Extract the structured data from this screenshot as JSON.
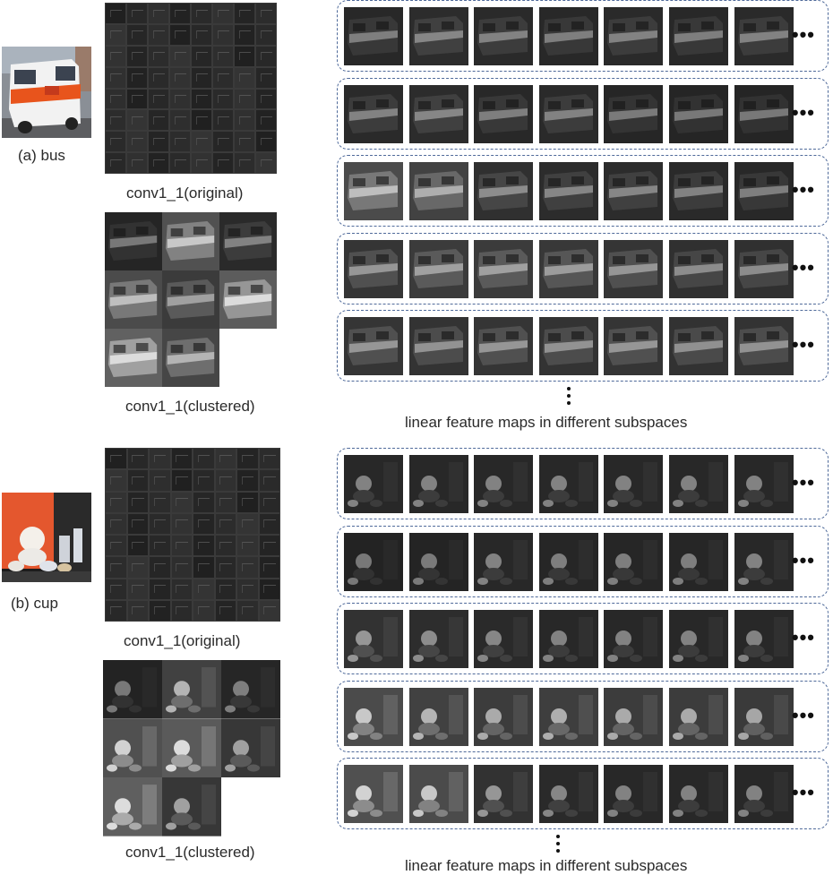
{
  "labels": {
    "bus_label": "(a) bus",
    "cup_label": "(b) cup",
    "bus_original": "conv1_1(original)",
    "bus_clustered": "conv1_1(clustered)",
    "cup_original": "conv1_1(original)",
    "cup_clustered": "conv1_1(clustered)",
    "bus_maps_caption": "linear feature maps in different subspaces",
    "cup_maps_caption": "linear feature maps in different subspaces",
    "ellipsis": "•••"
  },
  "colors": {
    "dashed_border": "#4f6a9a",
    "map_dark": "#2b2b2b",
    "bus_orange": "#e8541c",
    "cup_orange": "#e4572e"
  },
  "panels": [
    {
      "id": "bus",
      "original_grid": {
        "cols": 8,
        "rows": 8
      },
      "clustered_grid": {
        "cols": 3,
        "rows": 3,
        "filled": 8,
        "brightness": [
          0.15,
          0.55,
          0.2,
          0.5,
          0.35,
          0.65,
          0.7,
          0.45
        ]
      },
      "feature_rows": [
        {
          "maps": 7,
          "brightness": [
            0.18,
            0.22,
            0.2,
            0.18,
            0.2,
            0.18,
            0.2
          ]
        },
        {
          "maps": 7,
          "brightness": [
            0.2,
            0.22,
            0.18,
            0.2,
            0.16,
            0.15,
            0.15
          ]
        },
        {
          "maps": 7,
          "brightness": [
            0.5,
            0.42,
            0.25,
            0.22,
            0.22,
            0.2,
            0.18
          ]
        },
        {
          "maps": 7,
          "brightness": [
            0.3,
            0.35,
            0.35,
            0.33,
            0.3,
            0.25,
            0.25
          ]
        },
        {
          "maps": 7,
          "brightness": [
            0.3,
            0.28,
            0.3,
            0.28,
            0.3,
            0.27,
            0.28
          ]
        }
      ]
    },
    {
      "id": "cup",
      "original_grid": {
        "cols": 8,
        "rows": 8
      },
      "clustered_grid": {
        "cols": 3,
        "rows": 3,
        "filled": 8,
        "brightness": [
          0.15,
          0.45,
          0.18,
          0.6,
          0.7,
          0.35,
          0.75,
          0.35
        ]
      },
      "feature_rows": [
        {
          "maps": 7,
          "brightness": [
            0.2,
            0.2,
            0.2,
            0.2,
            0.2,
            0.2,
            0.2
          ]
        },
        {
          "maps": 7,
          "brightness": [
            0.15,
            0.16,
            0.2,
            0.18,
            0.18,
            0.18,
            0.2
          ]
        },
        {
          "maps": 7,
          "brightness": [
            0.3,
            0.25,
            0.22,
            0.2,
            0.2,
            0.2,
            0.2
          ]
        },
        {
          "maps": 7,
          "brightness": [
            0.55,
            0.45,
            0.4,
            0.42,
            0.4,
            0.4,
            0.38
          ]
        },
        {
          "maps": 7,
          "brightness": [
            0.6,
            0.55,
            0.3,
            0.22,
            0.2,
            0.2,
            0.2
          ]
        }
      ]
    }
  ]
}
